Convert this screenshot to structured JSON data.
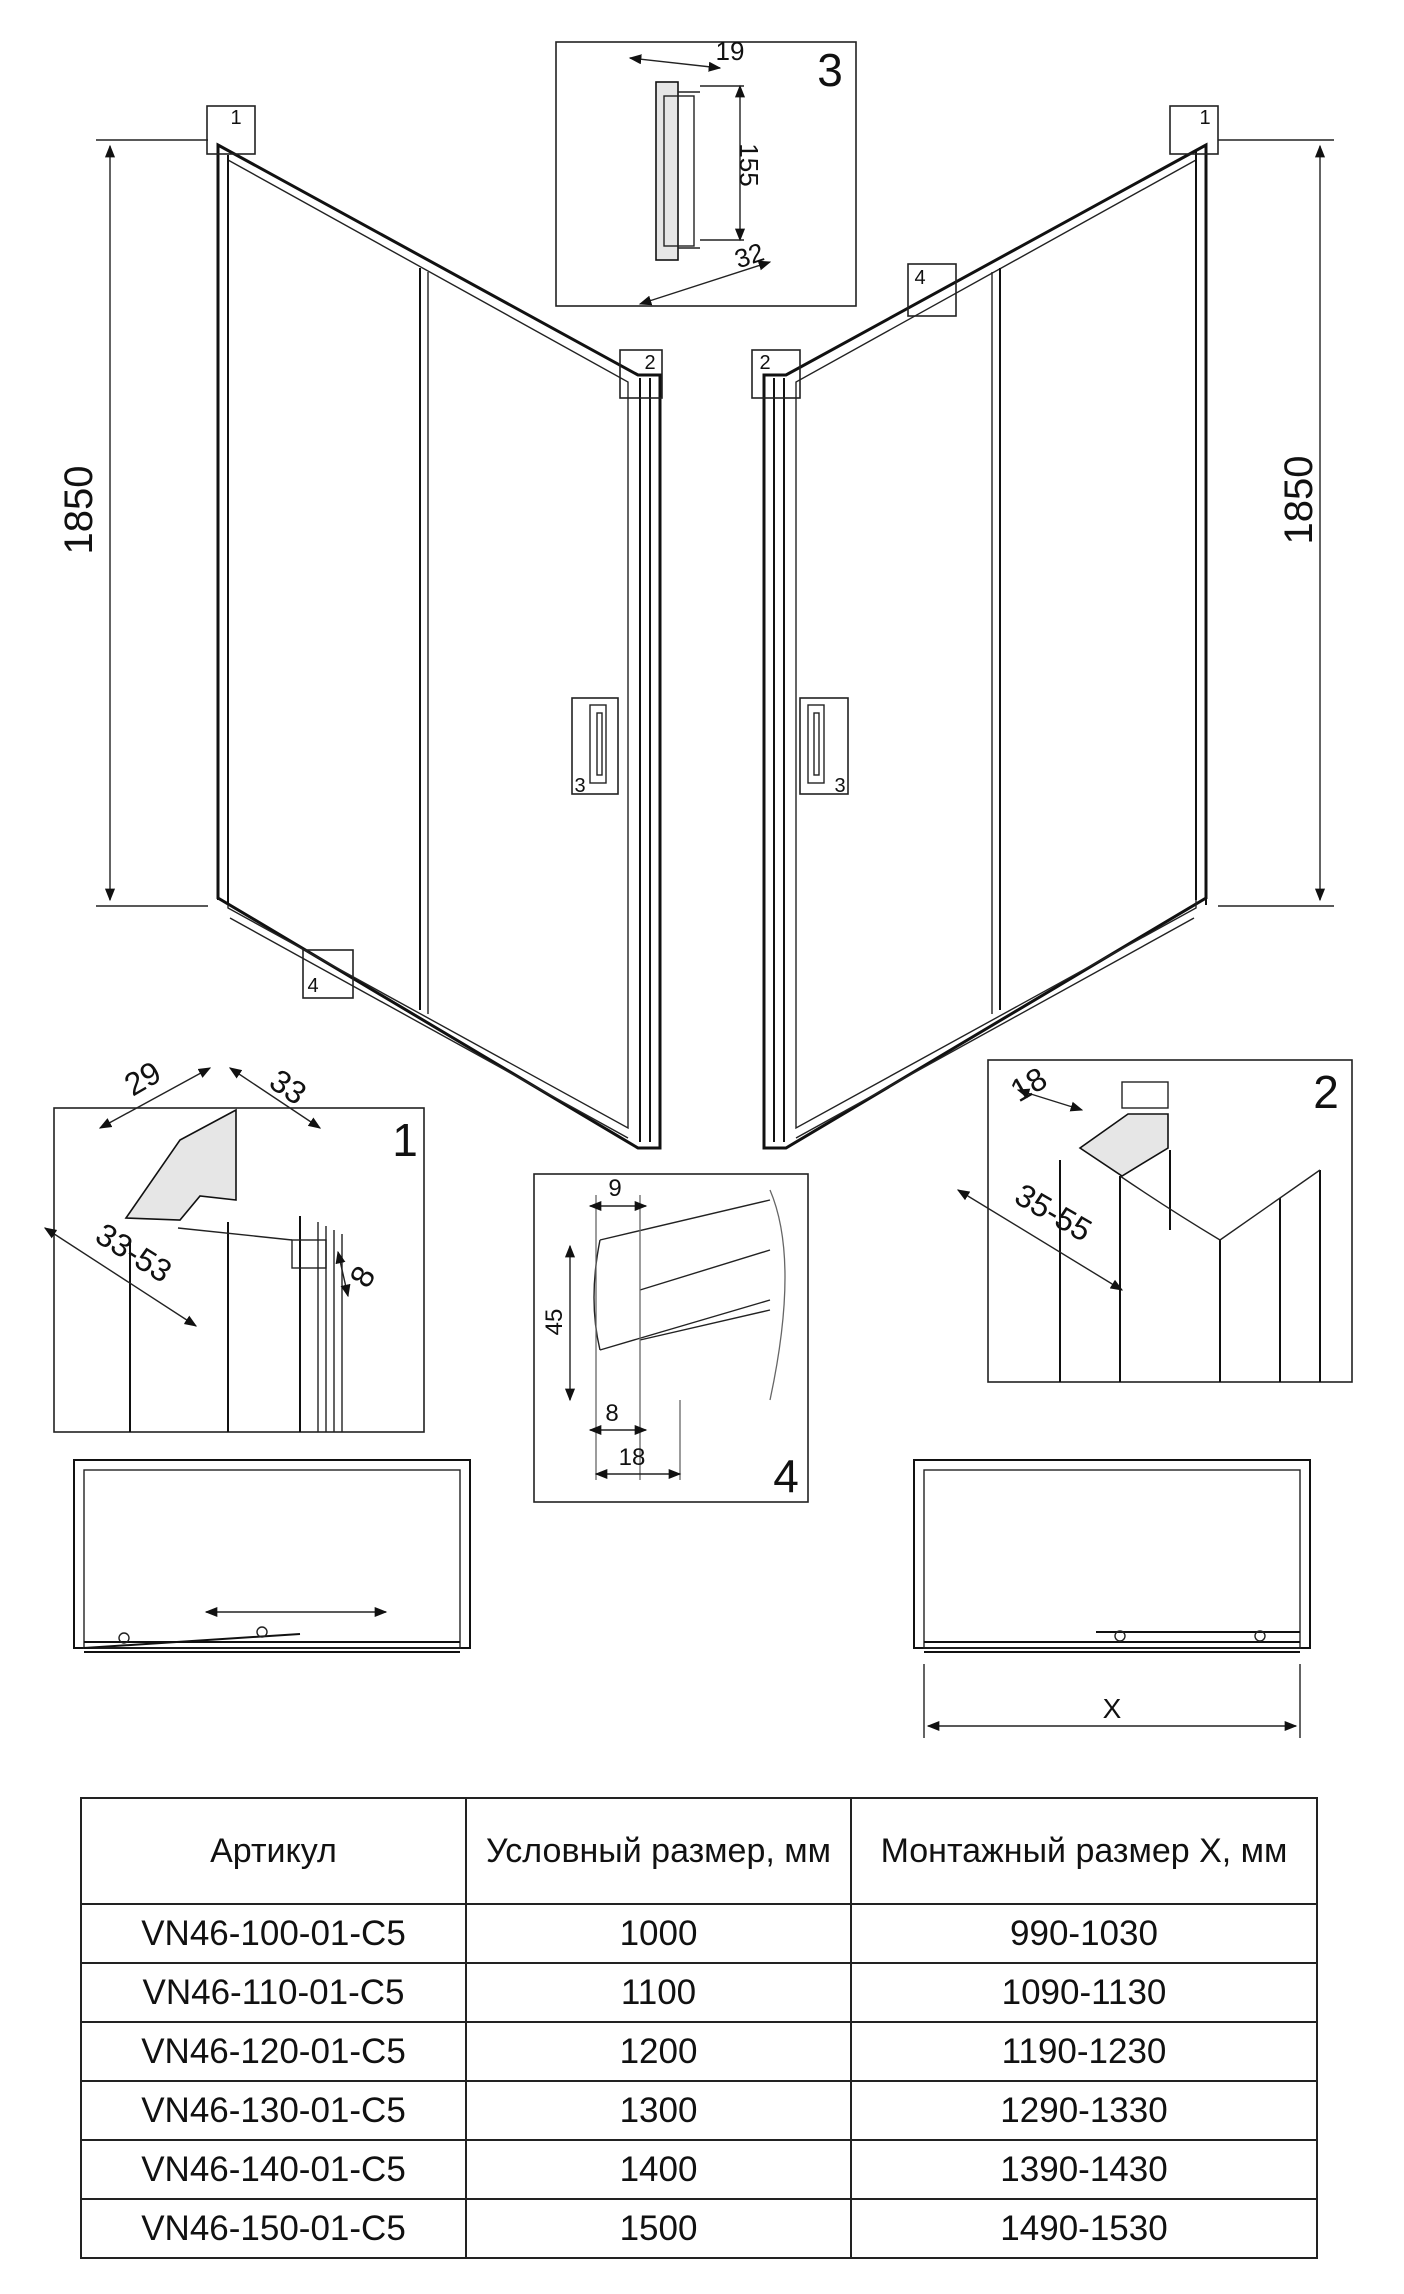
{
  "main_view": {
    "height_left": "1850",
    "height_right": "1850",
    "callouts": {
      "left_top": "1",
      "left_corner": "2",
      "left_handle": "3",
      "left_bottom": "4",
      "right_top": "1",
      "right_corner": "2",
      "right_handle": "3",
      "right_rail": "4"
    }
  },
  "detail_1": {
    "number": "1",
    "dim_a": "29",
    "dim_b": "33",
    "dim_c": "33-53",
    "dim_d": "8"
  },
  "detail_2": {
    "number": "2",
    "dim_a": "18",
    "dim_b": "35-55"
  },
  "detail_3": {
    "number": "3",
    "dim_a": "19",
    "dim_b": "155",
    "dim_c": "32"
  },
  "detail_4": {
    "number": "4",
    "dim_a": "9",
    "dim_b": "45",
    "dim_c": "8",
    "dim_d": "18"
  },
  "plan_right": {
    "x_label": "X"
  },
  "table": {
    "headers": [
      "Артикул",
      "Условный размер, мм",
      "Монтажный размер X, мм"
    ],
    "rows": [
      [
        "VN46-100-01-C5",
        "1000",
        "990-1030"
      ],
      [
        "VN46-110-01-C5",
        "1100",
        "1090-1130"
      ],
      [
        "VN46-120-01-C5",
        "1200",
        "1190-1230"
      ],
      [
        "VN46-130-01-C5",
        "1300",
        "1290-1330"
      ],
      [
        "VN46-140-01-C5",
        "1400",
        "1390-1430"
      ],
      [
        "VN46-150-01-C5",
        "1500",
        "1490-1530"
      ]
    ]
  }
}
